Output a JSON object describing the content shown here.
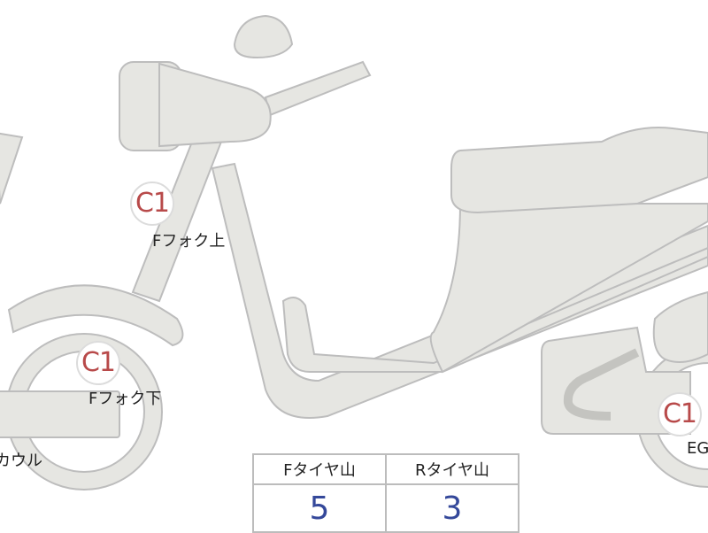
{
  "colors": {
    "body_fill": "#e6e6e2",
    "outline": "#bdbdbd",
    "badge_text": "#b84a4a",
    "value_text": "#34489a"
  },
  "markers": [
    {
      "code": "C1",
      "label": "Fフォク上"
    },
    {
      "code": "C1",
      "label": "Fフォク下"
    },
    {
      "code": "C1",
      "label": "EG"
    }
  ],
  "cowl_label": "カウル",
  "tire_tread": {
    "headers": [
      "Fタイヤ山",
      "Rタイヤ山"
    ],
    "values": [
      "5",
      "3"
    ]
  }
}
